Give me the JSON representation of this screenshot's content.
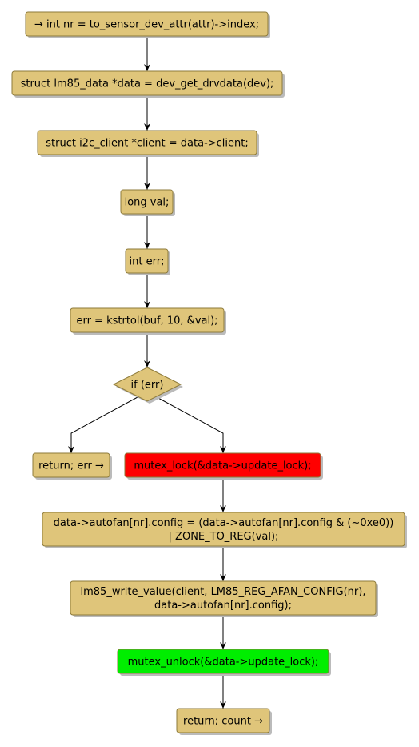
{
  "colors": {
    "node_fill": "#dfc57a",
    "node_border": "#8d7a3a",
    "shadow": "#bbbbbb",
    "edge": "#000000",
    "lock_fill": "#ff0000",
    "unlock_fill": "#00ee00"
  },
  "nodes": [
    {
      "id": "n1",
      "shape": "box",
      "lines": [
        "→ int nr = to_sensor_dev_attr(attr)->index;"
      ]
    },
    {
      "id": "n2",
      "shape": "box",
      "lines": [
        "struct lm85_data *data = dev_get_drvdata(dev);"
      ]
    },
    {
      "id": "n3",
      "shape": "box",
      "lines": [
        "struct i2c_client *client = data->client;"
      ]
    },
    {
      "id": "n4",
      "shape": "box",
      "lines": [
        "long val;"
      ]
    },
    {
      "id": "n5",
      "shape": "box",
      "lines": [
        "int err;"
      ]
    },
    {
      "id": "n6",
      "shape": "box",
      "lines": [
        "err = kstrtol(buf, 10, &val);"
      ]
    },
    {
      "id": "n7",
      "shape": "diamond",
      "lines": [
        "if (err)"
      ]
    },
    {
      "id": "n8",
      "shape": "box",
      "lines": [
        "return; err →"
      ]
    },
    {
      "id": "n9",
      "shape": "box",
      "style": "lock",
      "lines": [
        "mutex_lock(&data->update_lock);"
      ]
    },
    {
      "id": "n10",
      "shape": "box",
      "lines": [
        "data->autofan[nr].config = (data->autofan[nr].config & (~0xe0))",
        "| ZONE_TO_REG(val);"
      ]
    },
    {
      "id": "n11",
      "shape": "box",
      "lines": [
        "lm85_write_value(client, LM85_REG_AFAN_CONFIG(nr),",
        "data->autofan[nr].config);"
      ]
    },
    {
      "id": "n12",
      "shape": "box",
      "style": "unlock",
      "lines": [
        "mutex_unlock(&data->update_lock);"
      ]
    },
    {
      "id": "n13",
      "shape": "box",
      "lines": [
        "return; count →"
      ]
    }
  ],
  "edges": [
    {
      "from": "n1",
      "to": "n2"
    },
    {
      "from": "n2",
      "to": "n3"
    },
    {
      "from": "n3",
      "to": "n4"
    },
    {
      "from": "n4",
      "to": "n5"
    },
    {
      "from": "n5",
      "to": "n6"
    },
    {
      "from": "n6",
      "to": "n7"
    },
    {
      "from": "n7",
      "to": "n8"
    },
    {
      "from": "n7",
      "to": "n9"
    },
    {
      "from": "n9",
      "to": "n10"
    },
    {
      "from": "n10",
      "to": "n11"
    },
    {
      "from": "n11",
      "to": "n12"
    },
    {
      "from": "n12",
      "to": "n13"
    }
  ]
}
